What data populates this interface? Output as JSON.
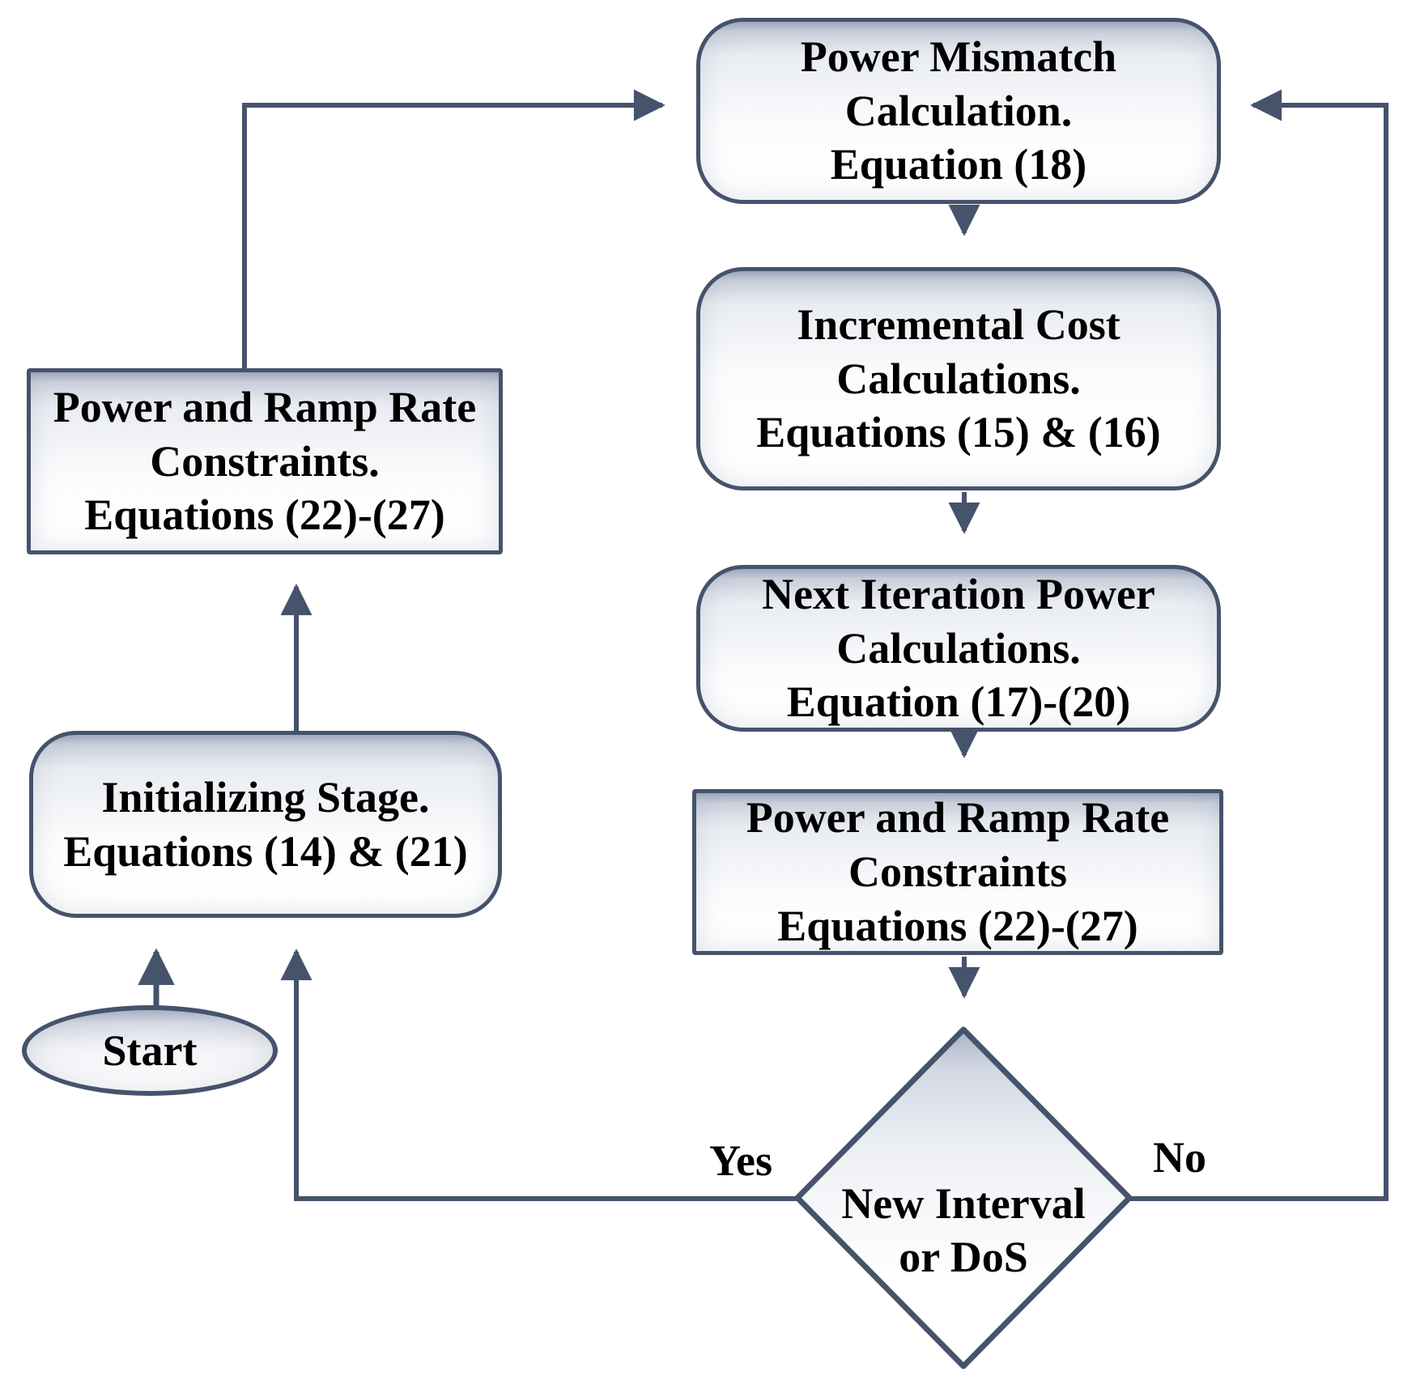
{
  "figure": {
    "type": "flowchart",
    "background_color": "#ffffff",
    "accent_color": "#45536b",
    "node_fill_top": "#a3adc0",
    "node_fill_bottom": "#ffffff",
    "text_color": "#000000"
  },
  "nodes": {
    "start": {
      "shape": "ellipse",
      "label": "Start"
    },
    "initializing": {
      "shape": "rounded",
      "label": "Initializing Stage.\nEquations (14) & (21)"
    },
    "left_constraints": {
      "shape": "rectangle",
      "label": "Power and Ramp Rate\nConstraints.\nEquations (22)-(27)"
    },
    "power_mismatch": {
      "shape": "rounded",
      "label": "Power Mismatch\nCalculation.\nEquation (18)"
    },
    "incremental_cost": {
      "shape": "rounded",
      "label": "Incremental Cost\nCalculations.\nEquations (15) & (16)"
    },
    "next_iteration": {
      "shape": "rounded",
      "label": "Next Iteration Power\nCalculations.\nEquation (17)-(20)"
    },
    "right_constraints": {
      "shape": "rectangle",
      "label": "Power and Ramp Rate\nConstraints\nEquations (22)-(27)"
    },
    "decision": {
      "shape": "diamond",
      "label": "New Interval\nor DoS"
    }
  },
  "edge_labels": {
    "yes": "Yes",
    "no": "No"
  }
}
